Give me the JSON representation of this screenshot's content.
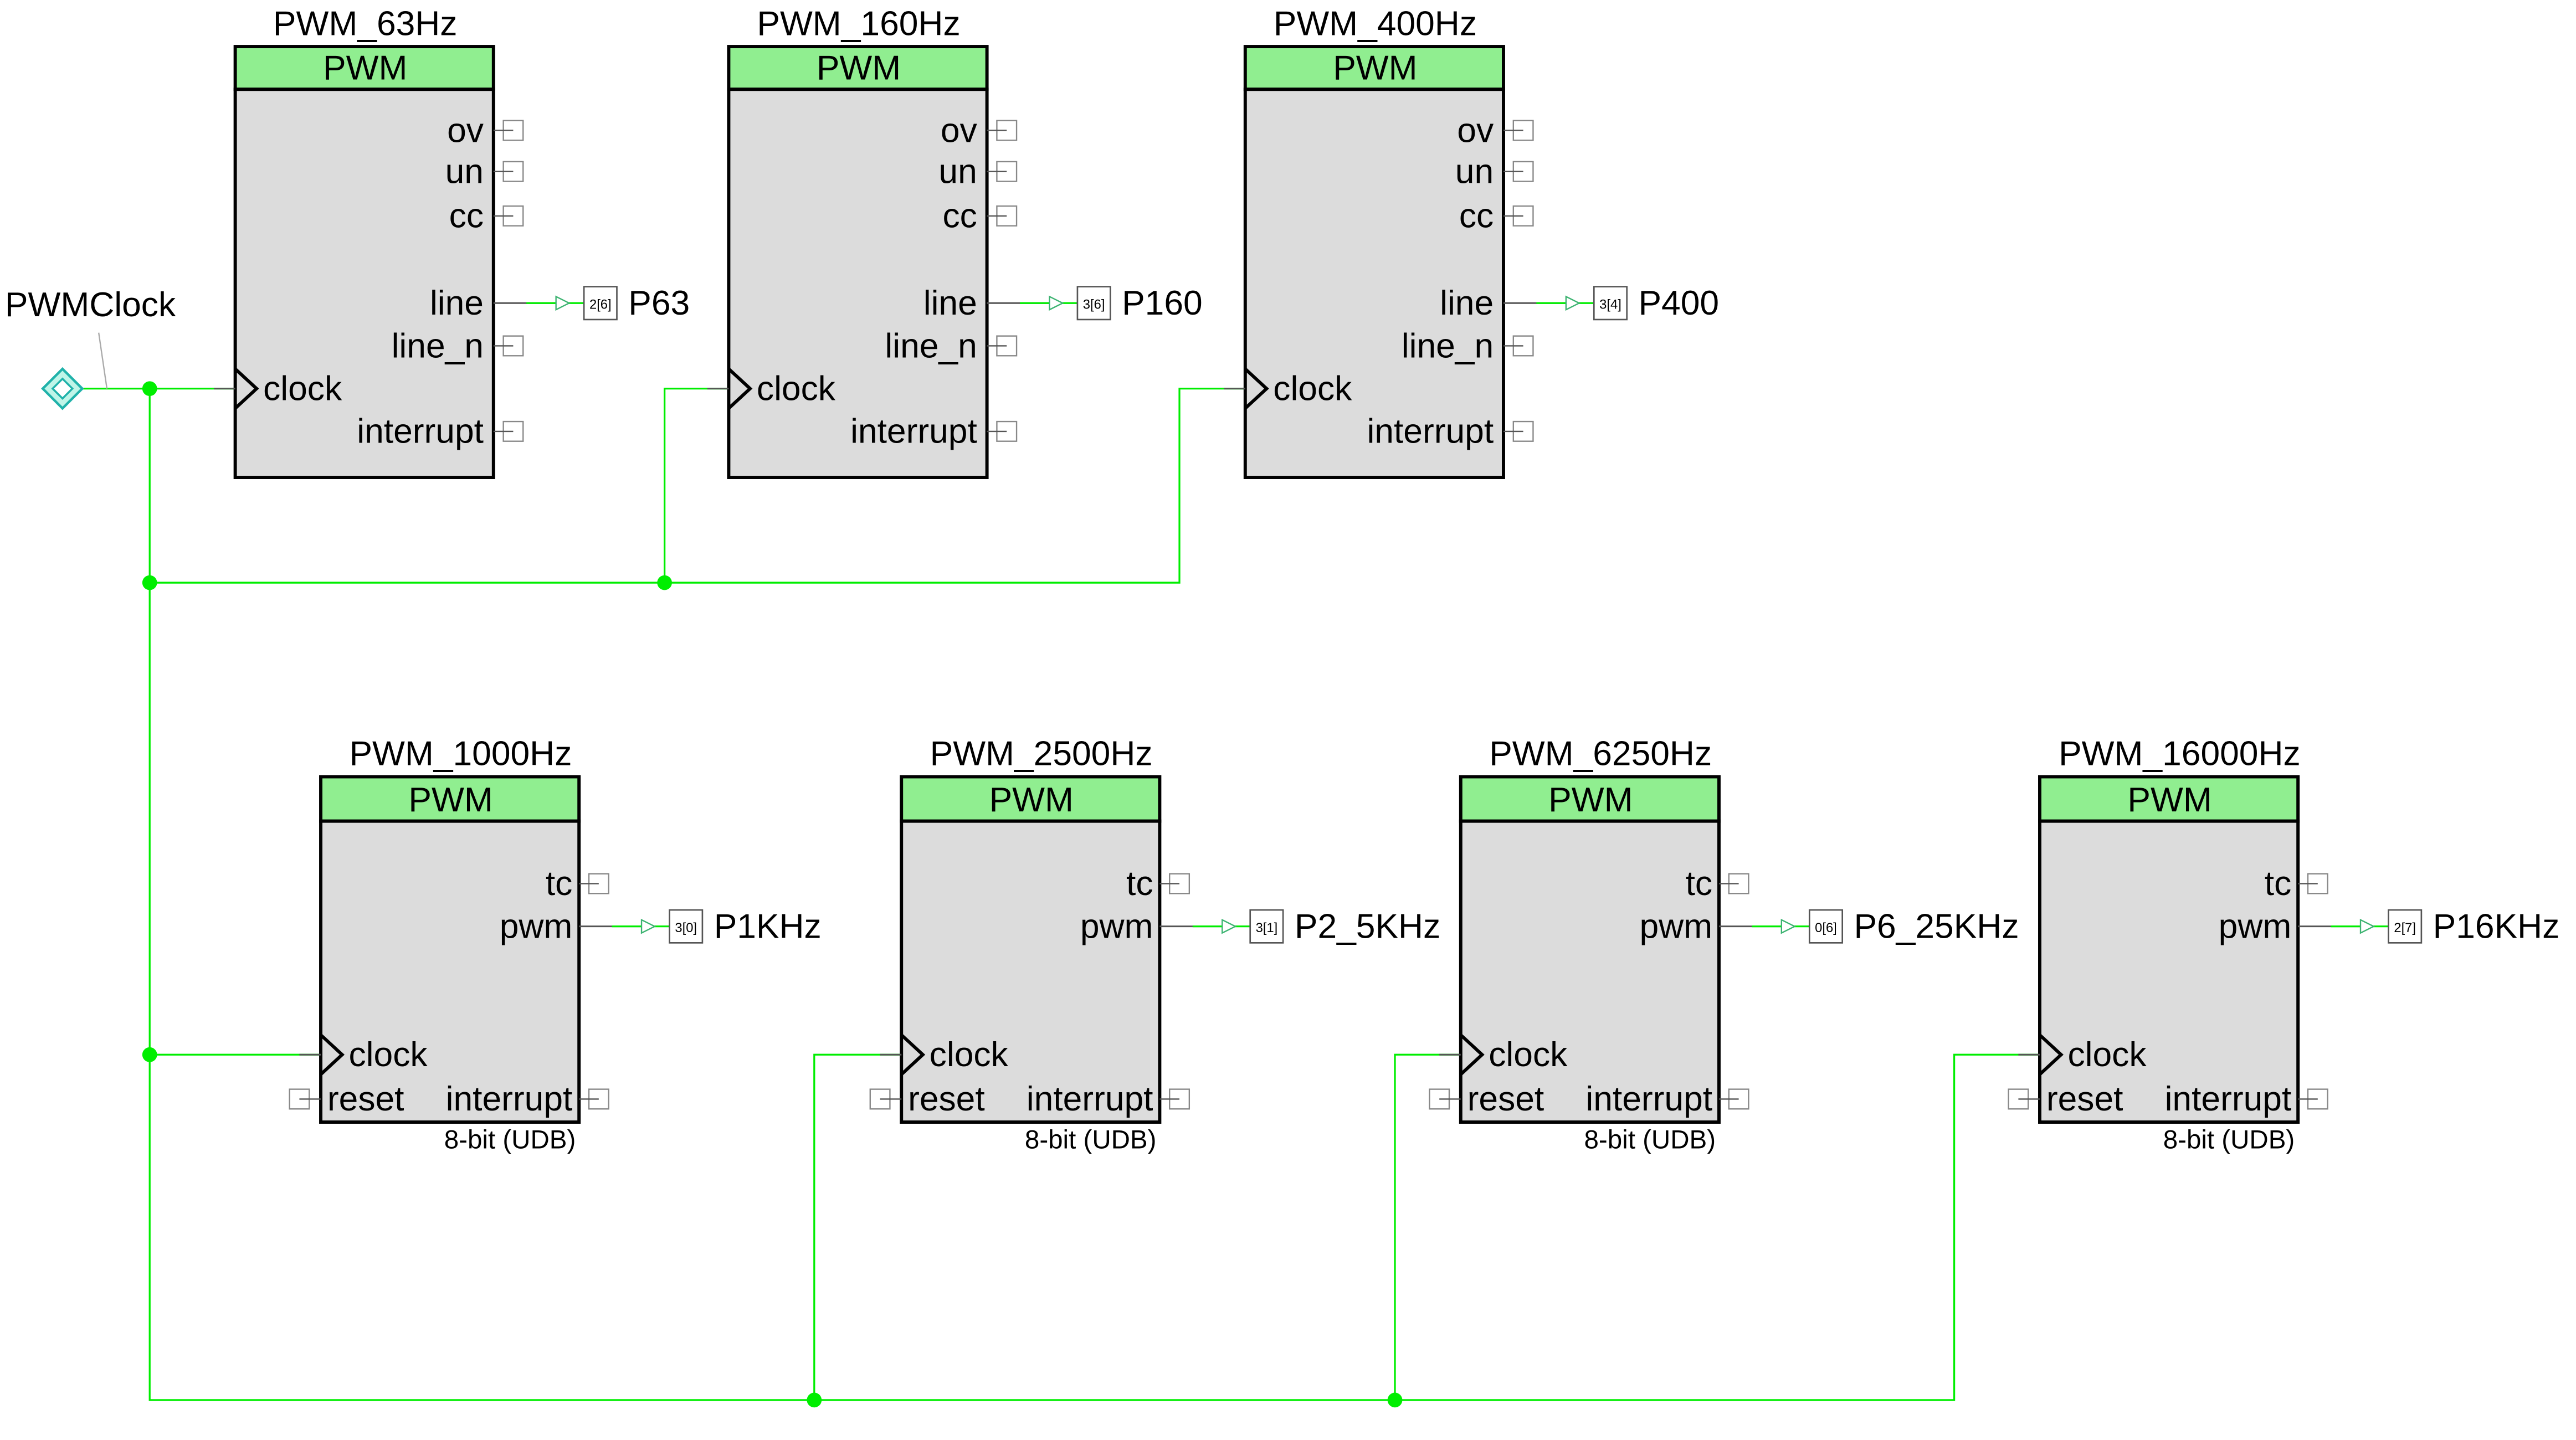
{
  "colors": {
    "wire": "#00ee00",
    "junction": "#00ee00",
    "block_fill": "#dcdcdc",
    "header_fill": "#90ee90",
    "pin_line": "#555555",
    "port_fill": "#ffffff",
    "clock_port": "#20b2aa"
  },
  "clock_source": {
    "label": "PWMClock",
    "icon": "clock-port-diamond-icon"
  },
  "blocks_top": [
    {
      "name": "PWM_63Hz",
      "type": "PWM",
      "pins": [
        "ov",
        "un",
        "cc",
        "line",
        "line_n",
        "interrupt"
      ],
      "clock_label": "clock",
      "output_pin": "line",
      "net_ref": "2[6]",
      "net_label": "P63"
    },
    {
      "name": "PWM_160Hz",
      "type": "PWM",
      "pins": [
        "ov",
        "un",
        "cc",
        "line",
        "line_n",
        "interrupt"
      ],
      "clock_label": "clock",
      "output_pin": "line",
      "net_ref": "3[6]",
      "net_label": "P160"
    },
    {
      "name": "PWM_400Hz",
      "type": "PWM",
      "pins": [
        "ov",
        "un",
        "cc",
        "line",
        "line_n",
        "interrupt"
      ],
      "clock_label": "clock",
      "output_pin": "line",
      "net_ref": "3[4]",
      "net_label": "P400"
    }
  ],
  "blocks_bottom": [
    {
      "name": "PWM_1000Hz",
      "type": "PWM",
      "pins": [
        "tc",
        "pwm",
        "interrupt"
      ],
      "clock_label": "clock",
      "reset_label": "reset",
      "variant": "8-bit (UDB)",
      "output_pin": "pwm",
      "net_ref": "3[0]",
      "net_label": "P1KHz"
    },
    {
      "name": "PWM_2500Hz",
      "type": "PWM",
      "pins": [
        "tc",
        "pwm",
        "interrupt"
      ],
      "clock_label": "clock",
      "reset_label": "reset",
      "variant": "8-bit (UDB)",
      "output_pin": "pwm",
      "net_ref": "3[1]",
      "net_label": "P2_5KHz"
    },
    {
      "name": "PWM_6250Hz",
      "type": "PWM",
      "pins": [
        "tc",
        "pwm",
        "interrupt"
      ],
      "clock_label": "clock",
      "reset_label": "reset",
      "variant": "8-bit (UDB)",
      "output_pin": "pwm",
      "net_ref": "0[6]",
      "net_label": "P6_25KHz"
    },
    {
      "name": "PWM_16000Hz",
      "type": "PWM",
      "pins": [
        "tc",
        "pwm",
        "interrupt"
      ],
      "clock_label": "clock",
      "reset_label": "reset",
      "variant": "8-bit (UDB)",
      "output_pin": "pwm",
      "net_ref": "2[7]",
      "net_label": "P16KHz"
    }
  ]
}
